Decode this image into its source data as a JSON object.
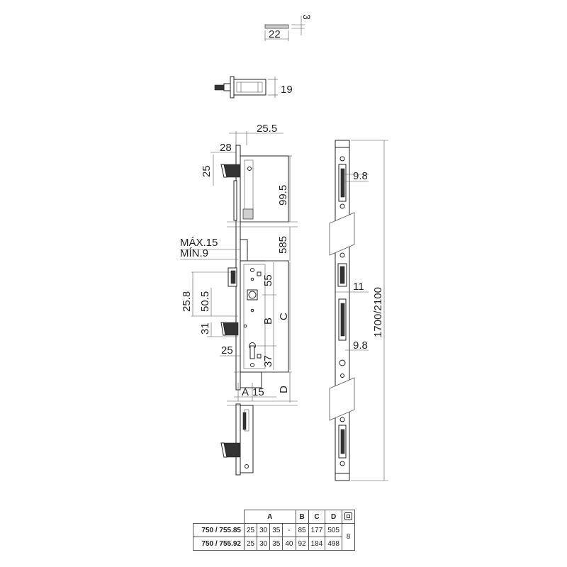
{
  "dimensions": {
    "faceplate_thickness": "3",
    "faceplate_width": "22",
    "latch_depth": "19",
    "backset_top": "25.5",
    "hook_projection": "28",
    "hook_height": "25",
    "upper_distance": "99.5",
    "section_585": "585",
    "max_throw": "MÁX.15",
    "min_throw": "MÍN.9",
    "latch_to_center": "25.8",
    "bolt_offset": "50.5",
    "hook_31": "31",
    "bottom_25": "25",
    "spindle_55": "55",
    "cylinder_37": "37",
    "label_A": "A",
    "label_15": "15",
    "label_B": "B",
    "label_C": "C",
    "label_D": "D",
    "rod_9_8_top": "9.8",
    "rod_11": "11",
    "rod_9_8_bottom": "9.8",
    "total_length": "1700/2100"
  },
  "table": {
    "headers": [
      "A",
      "B",
      "C",
      "D"
    ],
    "square_icon": "square-spindle-icon",
    "rows": [
      {
        "model": "750 / 755.85",
        "a": [
          "25",
          "30",
          "35",
          "-"
        ],
        "b": "85",
        "c": "177",
        "d": "505"
      },
      {
        "model": "750 / 755.92",
        "a": [
          "25",
          "30",
          "35",
          "40"
        ],
        "b": "92",
        "c": "184",
        "d": "498"
      }
    ],
    "square_value": "8"
  }
}
